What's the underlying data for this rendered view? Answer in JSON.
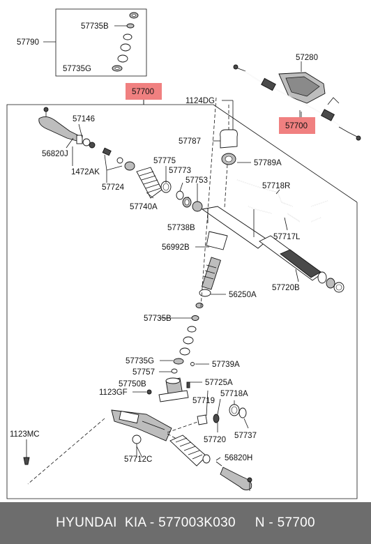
{
  "labels": {
    "p57790": "57790",
    "p57735b_top": "57735B",
    "p57735g_top": "57735G",
    "p57280": "57280",
    "p57700_main": "57700",
    "p57700_side": "57700",
    "p1124dg": "1124DG",
    "p57146": "57146",
    "p56820j": "56820J",
    "p1472ak": "1472AK",
    "p57724": "57724",
    "p57787": "57787",
    "p57775": "57775",
    "p57773": "57773",
    "p57753": "57753",
    "p57789a": "57789A",
    "p57718r": "57718R",
    "p57740a": "57740A",
    "p57738b": "57738B",
    "p57717l": "57717L",
    "p56992b": "56992B",
    "p57720b": "57720B",
    "p56250a": "56250A",
    "p57735b_mid": "57735B",
    "p57735g_mid": "57735G",
    "p57739a": "57739A",
    "p57757": "57757",
    "p57750b": "57750B",
    "p57725a": "57725A",
    "p1123gf": "1123GF",
    "p57719": "57719",
    "p57718a": "57718A",
    "p1123mc": "1123MC",
    "p57720": "57720",
    "p57737": "57737",
    "p57712c": "57712C",
    "p56820h": "56820H"
  },
  "highlight_color": "#f08080",
  "footer": {
    "text": "HYUNDAI  KIA - 577003K030     N - 57700"
  }
}
